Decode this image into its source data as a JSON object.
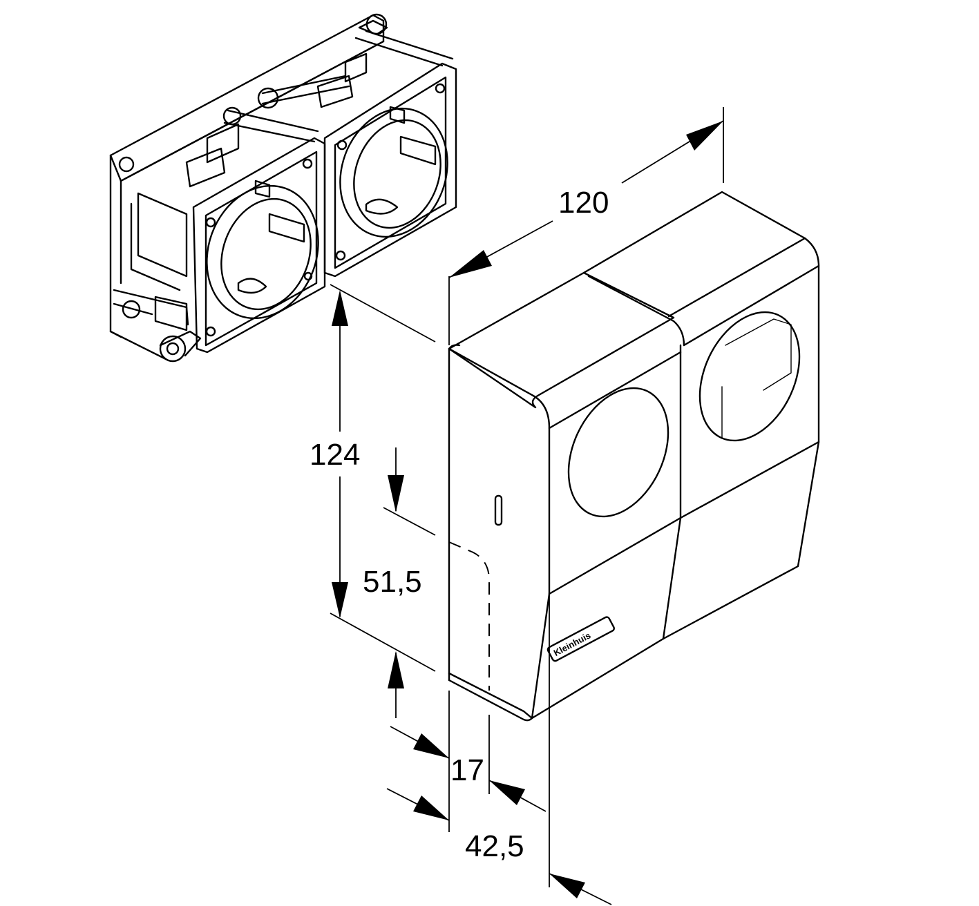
{
  "dimensions": {
    "width": "120",
    "height": "124",
    "lower_height": "51,5",
    "depth_small": "17",
    "depth_total": "42,5"
  },
  "brand_label": "Kleinhuis",
  "icons": {
    "socket_insert": "double-socket-insert-icon",
    "housing": "surface-mount-housing-icon"
  }
}
